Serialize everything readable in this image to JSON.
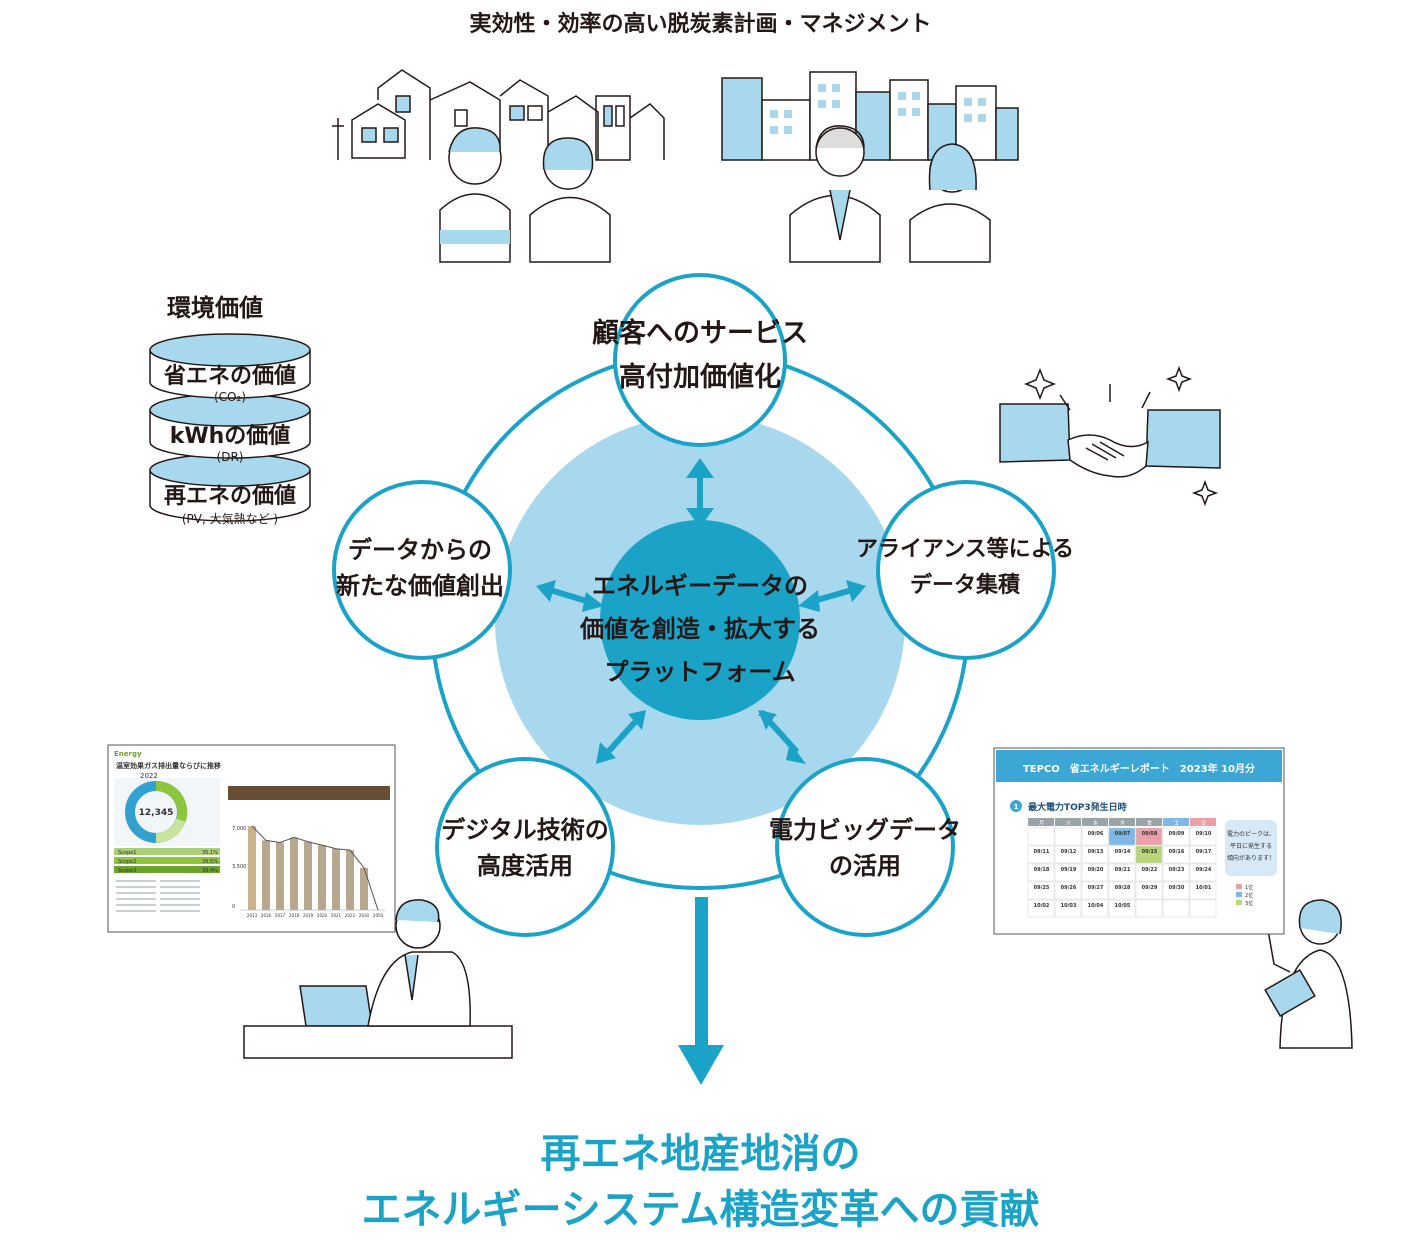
{
  "header": {
    "title": "実効性・効率の高い脱炭素計画・マネジメント"
  },
  "environmental_value": {
    "title": "環境価値",
    "layers": [
      {
        "label": "省エネの価値",
        "sub": "(CO₂)"
      },
      {
        "label": "kWhの価値",
        "sub": "(DR)"
      },
      {
        "label": "再エネの価値",
        "sub": "(PV, 大気熱など )"
      }
    ]
  },
  "hub": {
    "center_lines": [
      "エネルギーデータの",
      "価値を創造・拡大する",
      "プラットフォーム"
    ],
    "nodes": {
      "top": [
        "顧客へのサービス",
        "高付加価値化"
      ],
      "left": [
        "データからの",
        "新たな価値創出"
      ],
      "right": [
        "アライアンス等による",
        "データ集積"
      ],
      "bottom_left": [
        "デジタル技術の",
        "高度活用"
      ],
      "bottom_right": [
        "電力ビッグデータ",
        "の活用"
      ]
    }
  },
  "dashboard_screen": {
    "logo": "Energy",
    "title": "温室効果ガス排出量ならびに推移",
    "year_label": "2022",
    "donut_value": "12,345",
    "scope_rows": [
      "Scope1",
      "Scope2",
      "Scope3"
    ],
    "scope_percents": [
      "35.1%",
      "26.5%",
      "38.4%"
    ],
    "bar_axis": [
      "7,000",
      "3,500",
      "0"
    ],
    "bar_values": [
      7462,
      6185,
      6002,
      6449,
      6069,
      5766,
      5444,
      5320,
      3746,
      0
    ],
    "bar_years": [
      "2013",
      "2016",
      "2017",
      "2018",
      "2019",
      "2020",
      "2021",
      "2022",
      "2030",
      "2050"
    ]
  },
  "report_screen": {
    "header": "TEPCO　省エネルギーレポート　2023年 10月分",
    "section": "最大電力TOP3発生日時",
    "section_number": "1",
    "day_headers": [
      "月",
      "火",
      "水",
      "木",
      "金",
      "土",
      "日"
    ],
    "weeks": [
      [
        "",
        "",
        "09/06",
        "09/07",
        "09/08",
        "09/09",
        "09/10"
      ],
      [
        "09/11",
        "09/12",
        "09/13",
        "09/14",
        "09/15",
        "09/16",
        "09/17"
      ],
      [
        "09/18",
        "09/19",
        "09/20",
        "09/21",
        "09/22",
        "09/23",
        "09/24"
      ],
      [
        "09/25",
        "09/26",
        "09/27",
        "09/28",
        "09/29",
        "09/30",
        "10/01"
      ],
      [
        "10/02",
        "10/03",
        "10/04",
        "10/05",
        "",
        "",
        ""
      ]
    ],
    "note": [
      "電力のピークは、",
      "平日に発生する",
      "傾向があります！"
    ],
    "legend": [
      "1位",
      "2位",
      "3位"
    ]
  },
  "bottom": {
    "lines": [
      "再エネ地産地消の",
      "エネルギーシステム構造変革への貢献"
    ]
  },
  "colors": {
    "accent": "#1aa3c7",
    "light": "#a8d8ee",
    "ink": "#231815"
  }
}
